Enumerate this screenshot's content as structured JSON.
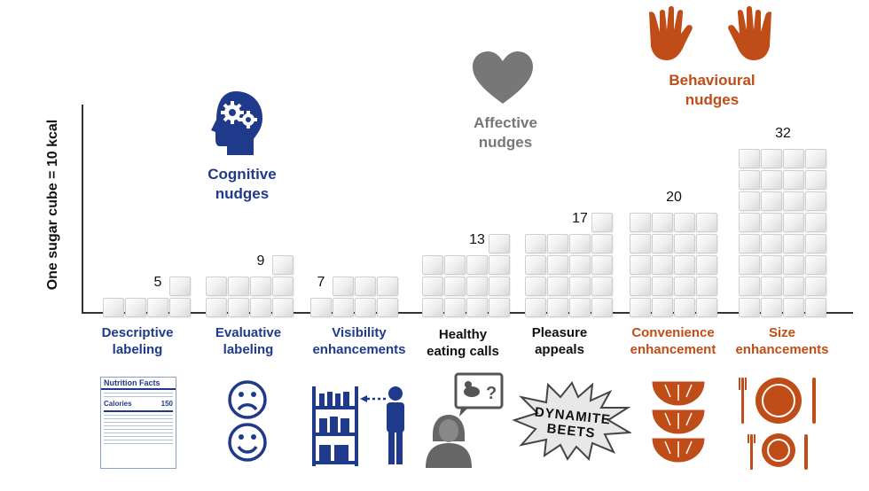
{
  "y_axis_label": "One sugar cube = 10 kcal",
  "groups": {
    "cognitive": "Cognitive\nnudges",
    "affective": "Affective\nnudges",
    "behavioural": "Behavioural\nnudges"
  },
  "colors": {
    "cognitive": "#1f3a8a",
    "affective": "#777777",
    "behavioural": "#c04c17",
    "neutral": "#111111"
  },
  "chart_data": {
    "type": "bar",
    "unit": "sugar cubes (1 cube = 10 kcal)",
    "categories": [
      "Descriptive labeling",
      "Evaluative labeling",
      "Visibility enhancements",
      "Healthy eating calls",
      "Pleasure appeals",
      "Convenience enhancement",
      "Size enhancements"
    ],
    "values": [
      5,
      9,
      7,
      13,
      17,
      20,
      32
    ],
    "value_labels": [
      "5",
      "9",
      "7",
      "13",
      "17",
      "20",
      "32"
    ],
    "category_groups": [
      "cognitive",
      "cognitive",
      "cognitive",
      "affective",
      "affective",
      "behavioural",
      "behavioural"
    ]
  },
  "categories_display": [
    {
      "line1": "Descriptive",
      "line2": "labeling"
    },
    {
      "line1": "Evaluative",
      "line2": "labeling"
    },
    {
      "line1": "Visibility",
      "line2": "enhancements"
    },
    {
      "line1": "Healthy",
      "line2": "eating calls"
    },
    {
      "line1": "Pleasure",
      "line2": "appeals"
    },
    {
      "line1": "Convenience",
      "line2": "enhancement"
    },
    {
      "line1": "Size",
      "line2": "enhancements"
    }
  ],
  "nutrition_label": {
    "title": "Nutrition Facts",
    "calories_label": "Calories",
    "calories_value": "150"
  },
  "beets_sign": {
    "line1": "DYNAMITE",
    "line2": "BEETS"
  },
  "icons": [
    "gears-head-icon",
    "heart-icon",
    "hands-icon",
    "nutrition-facts-icon",
    "sad-face-icon",
    "happy-face-icon",
    "shelf-person-icon",
    "woman-thinking-icon",
    "starburst-icon",
    "watermelon-icon",
    "plate-cutlery-icon"
  ]
}
